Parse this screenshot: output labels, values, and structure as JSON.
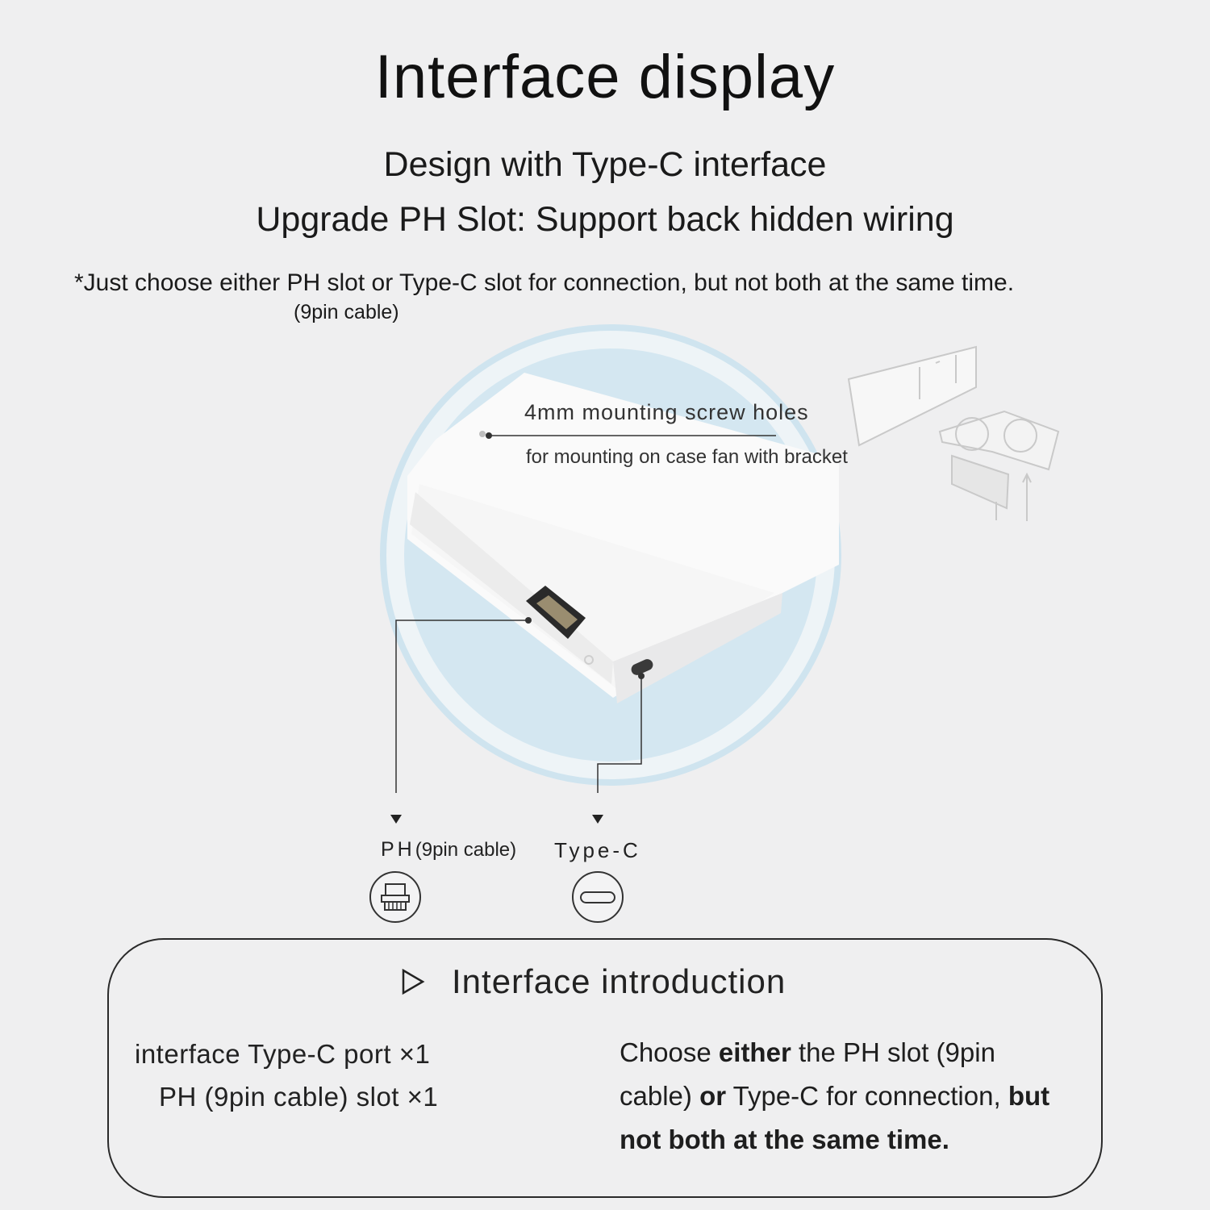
{
  "header": {
    "title": "Interface display",
    "subtitle_1": "Design with Type-C interface",
    "subtitle_2": "Upgrade PH Slot: Support back hidden wiring",
    "note": "*Just choose either PH slot or Type-C slot for connection,  but not both at the same time.",
    "note_sub": "(9pin cable)"
  },
  "callouts": {
    "screw_title": "4mm mounting screw holes",
    "screw_desc": "for mounting on case fan with bracket"
  },
  "ports": {
    "ph_label": "PH",
    "ph_sub": "(9pin cable)",
    "typec_label": "Type-C",
    "ph_icon": "ph-connector-icon",
    "typec_icon": "typec-port-icon"
  },
  "intro": {
    "title": "Interface introduction",
    "play_icon": "play-triangle-icon",
    "spec_1": "interface  Type-C port ×1",
    "spec_2": "PH (9pin cable) slot ×1",
    "choose_1": "Choose ",
    "choose_b1": "either",
    "choose_2": " the PH slot (9pin cable) ",
    "choose_b2": "or",
    "choose_3": " Type-C for connection, ",
    "choose_b3": "but not both at the same time."
  },
  "colors": {
    "background": "#efeff0",
    "circle_fill": "#d4e7f1",
    "circle_ring": "#c9e0ee",
    "text": "#1c1c1c"
  }
}
